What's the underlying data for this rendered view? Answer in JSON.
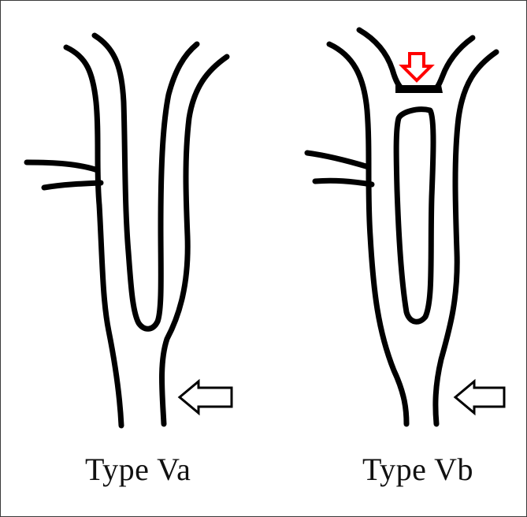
{
  "panels": [
    {
      "id": "va",
      "caption": "Type Va",
      "arrow_color": "#000000",
      "arrow_fill": "#ffffff"
    },
    {
      "id": "vb",
      "caption": "Type Vb",
      "arrow_color": "#000000",
      "arrow_fill": "#ffffff",
      "marker_color": "#ff0000"
    }
  ],
  "colors": {
    "line": "#000000",
    "background": "#ffffff",
    "border": "#3a3a3a"
  }
}
